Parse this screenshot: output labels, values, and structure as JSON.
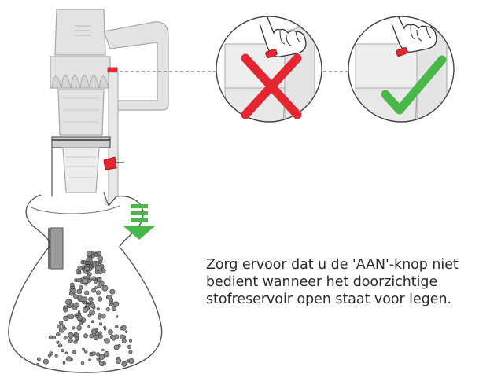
{
  "instruction": {
    "lines": [
      "Zorg ervoor dat u de 'AAN'-knop niet",
      "bedient wanneer het doorzichtige",
      "stofreservoir open staat voor legen."
    ]
  },
  "icons": {
    "wrong": "red-cross-icon",
    "correct": "green-check-icon",
    "direction": "down-arrow-icon"
  },
  "colors": {
    "accent_red": "#e3262f",
    "accent_green": "#49b848",
    "line_gray": "#9a9a9a",
    "body_gray": "#e2e2e2"
  }
}
